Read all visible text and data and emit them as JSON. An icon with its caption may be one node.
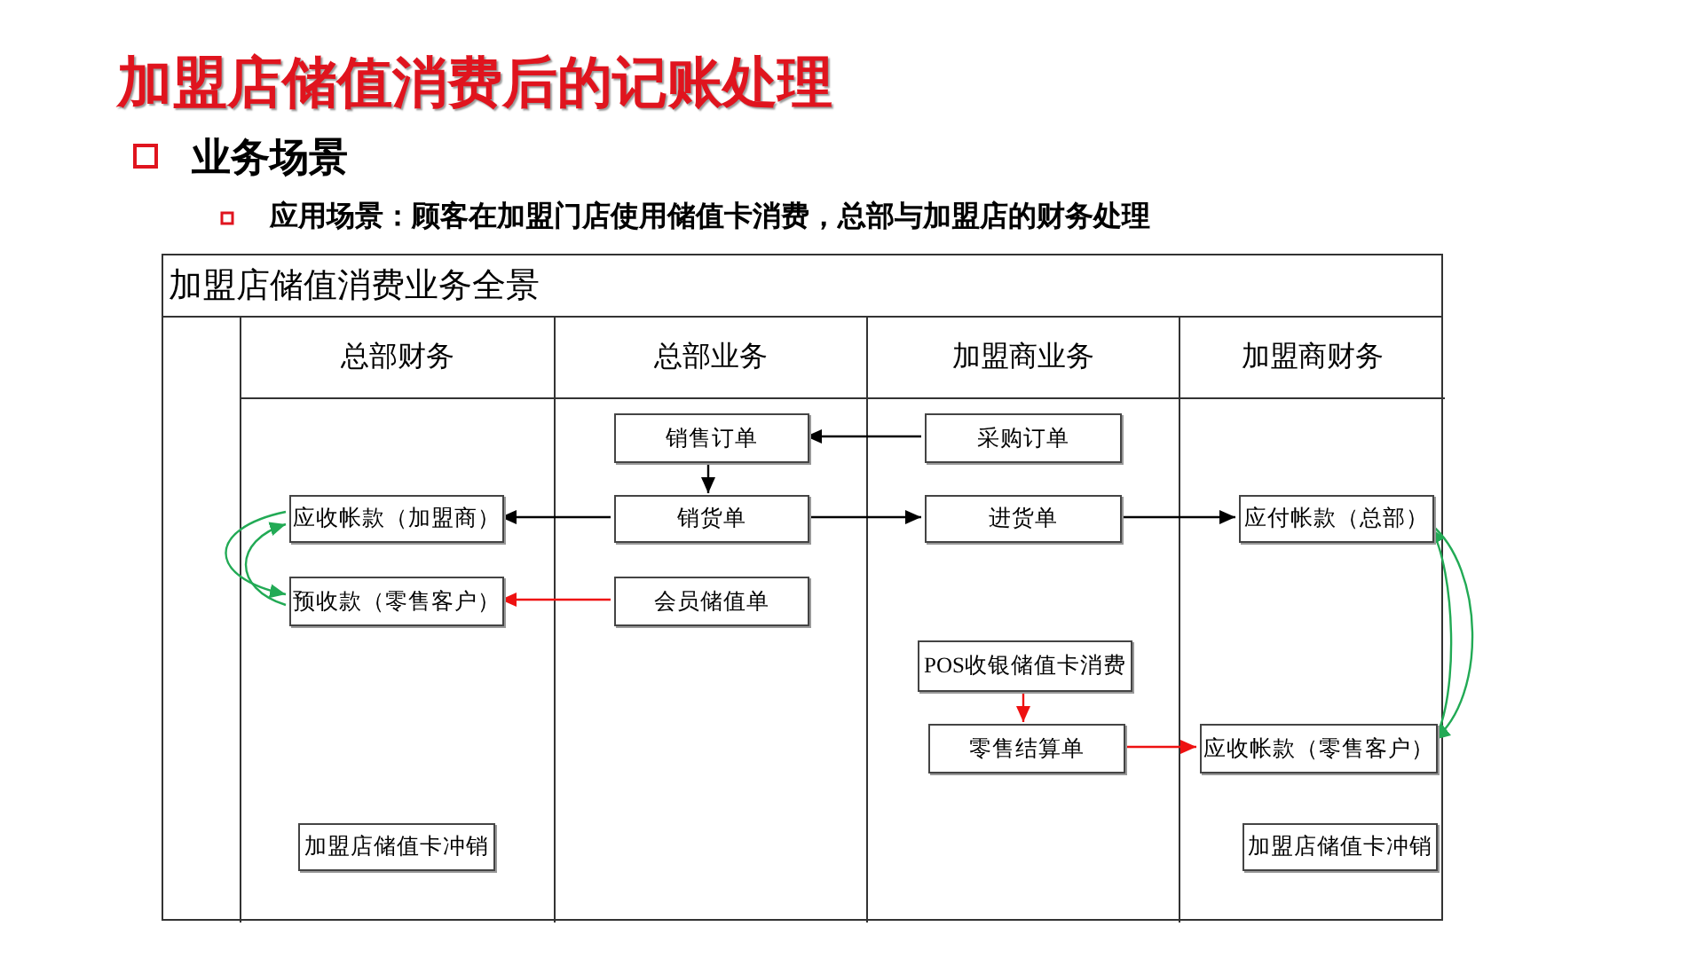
{
  "diagram": {
    "title": "加盟店储值消费后的记账处理",
    "nodes": [
      {
        "text": [
          "加盟店储值消费业务全景"
        ]
      },
      {
        "text": [
          "总部财务"
        ],
        "in": 0
      },
      {
        "text": [
          "总部业务"
        ],
        "in": 0
      },
      {
        "text": [
          "加盟商业务"
        ],
        "in": 0
      },
      {
        "text": [
          "加盟商财务"
        ],
        "in": 0
      },
      {
        "text": [
          "销售订单"
        ],
        "in": 2
      },
      {
        "text": [
          "采购订单"
        ],
        "in": 3
      },
      {
        "text": [
          "应收帐款（加盟商）"
        ],
        "in": 1
      },
      {
        "text": [
          "销货单"
        ],
        "in": 2
      },
      {
        "text": [
          "进货单"
        ],
        "in": 3
      },
      {
        "text": [
          "应付帐款（总部）"
        ],
        "in": 4
      },
      {
        "text": [
          "预收款（零售客户）"
        ],
        "in": 1
      },
      {
        "text": [
          "会员储值单"
        ],
        "in": 2
      },
      {
        "text": [
          "POS收银储值卡消费"
        ],
        "in": 3
      },
      {
        "text": [
          "零售结算单"
        ],
        "in": 3
      },
      {
        "text": [
          "应收帐款（零售客户）"
        ],
        "in": 4
      },
      {
        "text": [
          "加盟店储值卡冲销"
        ],
        "in": 1
      },
      {
        "text": [
          "加盟店储值卡冲销"
        ],
        "in": 4
      }
    ],
    "edges": [
      {
        "from": 6,
        "to": 5,
        "arrow": "to"
      },
      {
        "from": 5,
        "to": 8,
        "arrow": "to"
      },
      {
        "from": 8,
        "to": 7,
        "arrow": "to"
      },
      {
        "from": 8,
        "to": 9,
        "arrow": "to"
      },
      {
        "from": 9,
        "to": 10,
        "arrow": "to"
      },
      {
        "from": 12,
        "to": 11,
        "arrow": "to",
        "color": "#ee1111"
      },
      {
        "from": 11,
        "to": 7,
        "arrow": "to",
        "color": "#22aa55"
      },
      {
        "from": 7,
        "to": 11,
        "arrow": "to",
        "color": "#22aa55"
      },
      {
        "from": 13,
        "to": 14,
        "arrow": "to",
        "color": "#ee1111"
      },
      {
        "from": 14,
        "to": 15,
        "arrow": "to",
        "color": "#ee1111"
      },
      {
        "from": 10,
        "to": 15,
        "arrow": "to",
        "color": "#22aa55"
      },
      {
        "from": 15,
        "to": 10,
        "arrow": "to",
        "color": "#22aa55"
      }
    ],
    "labels": [
      "业务场景",
      "应用场景：顾客在加盟门店使用储值卡消费，总部与加盟店的财务处理"
    ]
  }
}
